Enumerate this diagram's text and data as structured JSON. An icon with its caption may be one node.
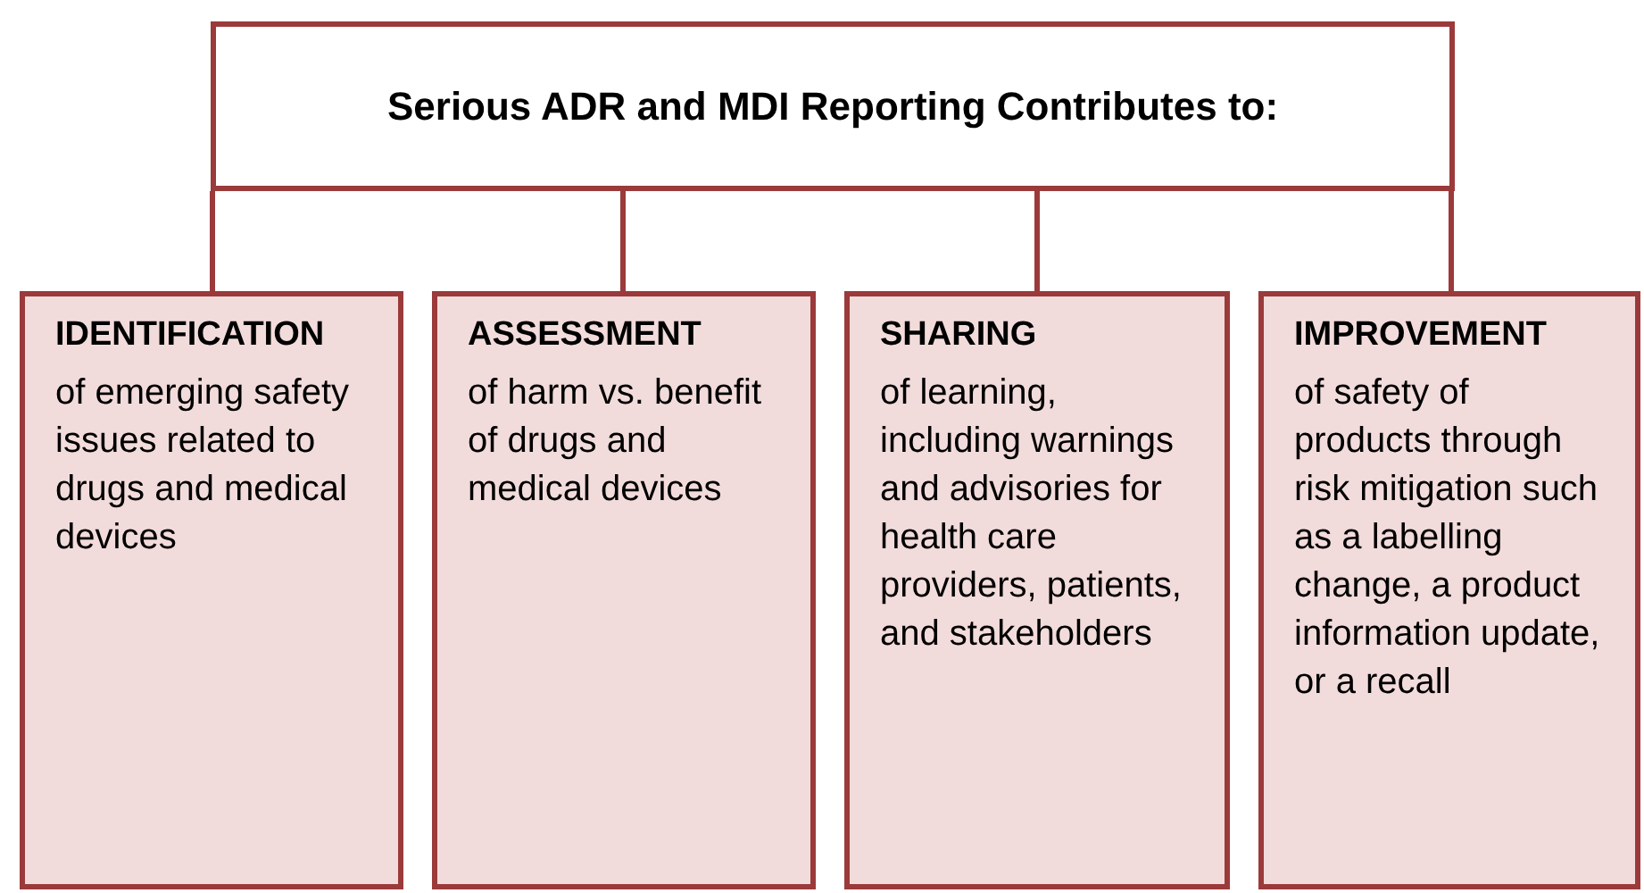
{
  "diagram": {
    "nodes": [
      {
        "text": [
          "Serious ADR and MDI Reporting Contributes to:"
        ]
      },
      {
        "text": [
          "IDENTIFICATION",
          "of emerging safety issues related to drugs and medical devices"
        ]
      },
      {
        "text": [
          "ASSESSMENT",
          "of harm vs. benefit of drugs and medical devices"
        ]
      },
      {
        "text": [
          "SHARING",
          "of learning, including warnings and advisories for health care providers, patients, and stakeholders"
        ]
      },
      {
        "text": [
          "IMPROVEMENT",
          "of safety of products through risk mitigation such as a labelling change, a product information update, or a recall"
        ]
      }
    ],
    "edges": [
      {
        "from": 0,
        "to": 1,
        "arrow": "none"
      },
      {
        "from": 0,
        "to": 2,
        "arrow": "none"
      },
      {
        "from": 0,
        "to": 3,
        "arrow": "none"
      },
      {
        "from": 0,
        "to": 4,
        "arrow": "none"
      }
    ]
  }
}
